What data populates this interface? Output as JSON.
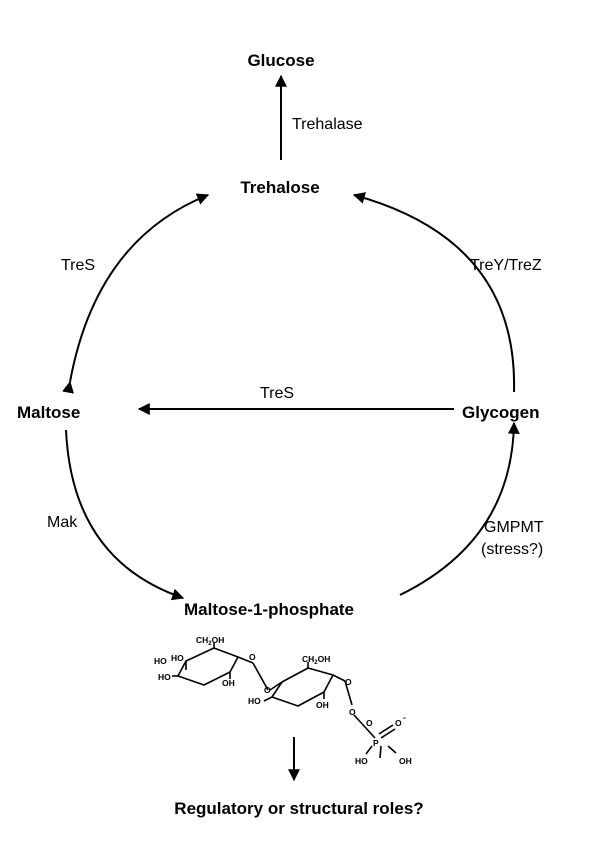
{
  "nodes": {
    "glucose": "Glucose",
    "trehalose": "Trehalose",
    "maltose": "Maltose",
    "glycogen": "Glycogen",
    "maltose_1_phosphate": "Maltose-1-phosphate",
    "roles": "Regulatory or structural roles?"
  },
  "enzymes": {
    "trehalase": "Trehalase",
    "tres_left": "TreS",
    "trey_trez": "TreY/TreZ",
    "tres_middle": "TreS",
    "mak": "Mak",
    "gmpmt": "GMPMT",
    "stress": "(stress?)"
  },
  "structure_labels": {
    "ho_a": "HO",
    "ho_b": "HO",
    "ho_c": "HO",
    "oh_a": "OH",
    "ring_o_1": "O",
    "glyc_o": "O",
    "ring_o_2": "O",
    "ho_d": "HO",
    "oh_b": "OH",
    "o_link": "O",
    "p": "P",
    "o_double": "O",
    "o_minus": "O",
    "minus": "-",
    "ho_p": "HO",
    "oh_p": "OH",
    "ch2oh_1": {
      "pre": "CH",
      "sub": "2",
      "post": "OH"
    },
    "ch2oh_2": {
      "pre": "CH",
      "sub": "2",
      "post": "OH"
    }
  }
}
